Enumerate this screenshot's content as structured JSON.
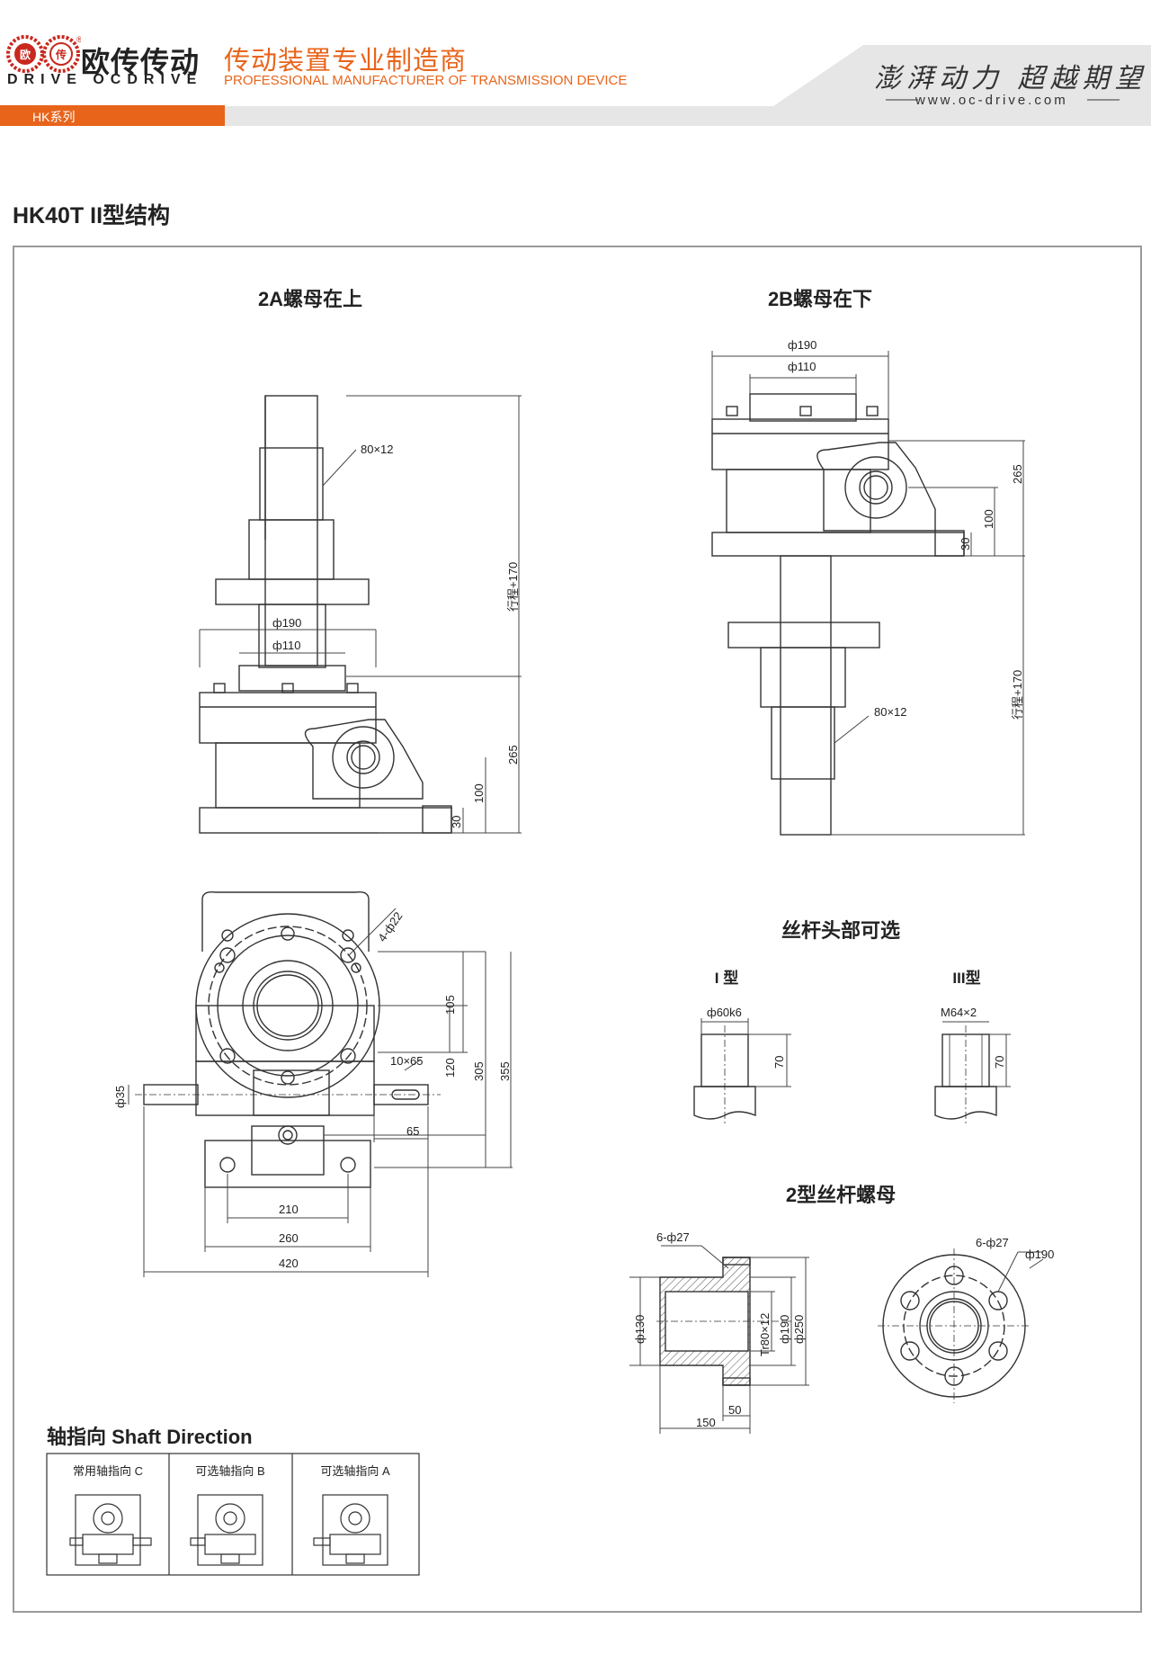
{
  "header": {
    "brand_cn": "欧传传动",
    "brand_en": "DRIVE OCDRIVE",
    "logo_mark_chars": [
      "欧",
      "传"
    ],
    "registered_mark": "®",
    "tagline_cn": "传动装置专业制造商",
    "tagline_en": "PROFESSIONAL MANUFACTURER OF TRANSMISSION DEVICE",
    "slogan": "澎湃动力 超越期望",
    "website": "www.oc-drive.com",
    "series_tab": "HK系列",
    "accent_color": "#e8641b"
  },
  "page_title": "HK40T II型结构",
  "views": {
    "view_2a": {
      "title": "2A螺母在上",
      "dim_thread": "80×12",
      "dim_stroke": "行程+170",
      "dim_phi190": "ф190",
      "dim_phi110": "ф110",
      "dim_265": "265",
      "dim_100": "100",
      "dim_30": "30"
    },
    "view_2b": {
      "title": "2B螺母在下",
      "dim_phi190": "ф190",
      "dim_phi110": "ф110",
      "dim_265": "265",
      "dim_100": "100",
      "dim_30": "30",
      "dim_stroke": "行程+170",
      "dim_thread": "80×12"
    },
    "plan_view": {
      "dim_holes": "4-ф22",
      "dim_105": "105",
      "dim_120": "120",
      "dim_305": "305",
      "dim_355": "355",
      "dim_key": "10×65",
      "dim_phi35": "ф35",
      "dim_65": "65",
      "dim_210": "210",
      "dim_260": "260",
      "dim_420": "420"
    },
    "screw_head": {
      "title": "丝杆头部可选",
      "type_1_label": "I 型",
      "type_1_dim": "ф60k6",
      "type_1_len": "70",
      "type_3_label": "III型",
      "type_3_dim": "M64×2",
      "type_3_len": "70"
    },
    "nut": {
      "title": "2型丝杆螺母",
      "dim_holes_side": "6-ф27",
      "dim_phi130": "ф130",
      "dim_thread": "Tr80×12",
      "dim_phi190": "ф190",
      "dim_phi250": "ф250",
      "dim_150": "150",
      "dim_50": "50",
      "dim_holes_front": "6-ф27",
      "dim_phi190_front": "ф190"
    }
  },
  "shaft_direction": {
    "title": "轴指向 Shaft Direction",
    "options": [
      {
        "label": "常用轴指向 C"
      },
      {
        "label": "可选轴指向 B"
      },
      {
        "label": "可选轴指向 A"
      }
    ]
  }
}
